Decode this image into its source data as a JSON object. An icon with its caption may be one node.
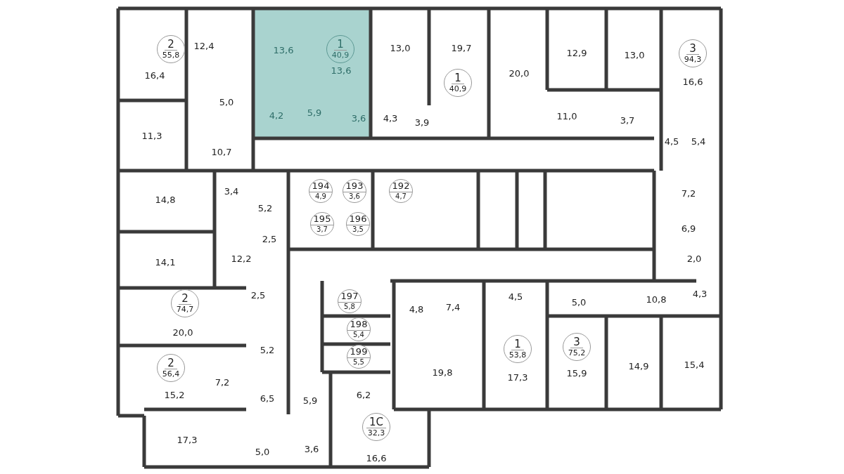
{
  "diagram": {
    "nodes": [
      {
        "text": [
          "2",
          "55,8"
        ]
      },
      {
        "text": [
          "1",
          "40,9"
        ]
      },
      {
        "text": [
          "3",
          "94,3"
        ]
      },
      {
        "text": [
          "1",
          "40,9"
        ]
      },
      {
        "text": [
          "194",
          "4,9"
        ]
      },
      {
        "text": [
          "193",
          "3,6"
        ]
      },
      {
        "text": [
          "192",
          "4,7"
        ]
      },
      {
        "text": [
          "195",
          "3,7"
        ]
      },
      {
        "text": [
          "196",
          "3,5"
        ]
      },
      {
        "text": [
          "197",
          "5,8"
        ]
      },
      {
        "text": [
          "2",
          "74,7"
        ]
      },
      {
        "text": [
          "198",
          "5,4"
        ]
      },
      {
        "text": [
          "2",
          "56,4"
        ]
      },
      {
        "text": [
          "199",
          "5,5"
        ]
      },
      {
        "text": [
          "1",
          "53,8"
        ]
      },
      {
        "text": [
          "3",
          "75,2"
        ]
      },
      {
        "text": [
          "1С",
          "32,3"
        ]
      }
    ],
    "labels": [
      "12,4",
      "13,6",
      "13,6",
      "13,0",
      "19,7",
      "20,0",
      "12,9",
      "13,0",
      "16,4",
      "16,6",
      "5,0",
      "4,2",
      "5,9",
      "3,6",
      "4,3",
      "3,9",
      "11,0",
      "3,7",
      "11,3",
      "4,5",
      "5,4",
      "10,7",
      "14,8",
      "3,4",
      "7,2",
      "5,2",
      "6,9",
      "2,5",
      "14,1",
      "12,2",
      "2,0",
      "2,5",
      "4,8",
      "7,4",
      "4,5",
      "5,0",
      "10,8",
      "4,3",
      "20,0",
      "5,2",
      "19,8",
      "17,3",
      "15,9",
      "14,9",
      "15,4",
      "7,2",
      "15,2",
      "6,5",
      "5,9",
      "6,2",
      "17,3",
      "5,0",
      "3,6",
      "16,6"
    ]
  }
}
